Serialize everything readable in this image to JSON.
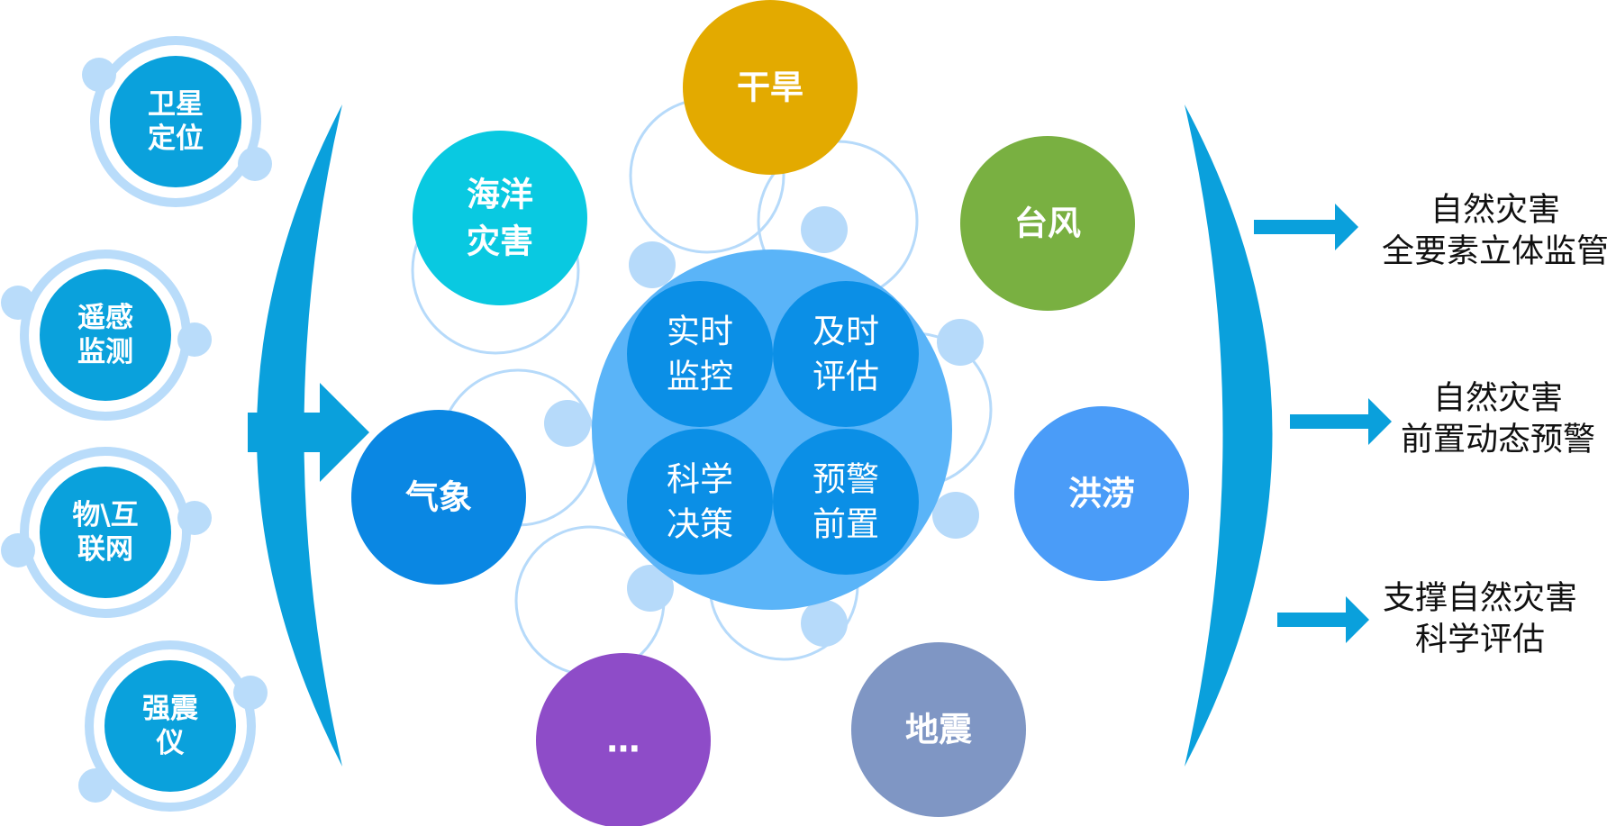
{
  "colors": {
    "source_fill": "#0aa1dc",
    "ring_light": "#b9dcfa",
    "bracket": "#0aa0dc",
    "hub_outer": "#5ab4f8",
    "hub_inner": "#0b8fe6",
    "connector": "#b6dafa",
    "drought": "#e3aa00",
    "typhoon": "#79b041",
    "flood": "#4a9cf8",
    "earthquake": "#7f96c4",
    "more": "#8e4cc8",
    "meteorology": "#0a87e3",
    "ocean": "#09c9e1",
    "output_text": "#111111"
  },
  "sources": [
    {
      "id": "satellite",
      "lines": [
        "卫星",
        "定位"
      ]
    },
    {
      "id": "remote",
      "lines": [
        "遥感",
        "监测"
      ]
    },
    {
      "id": "iot",
      "lines": [
        "物\\互",
        "联网"
      ]
    },
    {
      "id": "seismometer",
      "lines": [
        "强震",
        "仪"
      ]
    }
  ],
  "hub": [
    {
      "id": "realtime",
      "lines": [
        "实时",
        "监控"
      ]
    },
    {
      "id": "timely",
      "lines": [
        "及时",
        "评估"
      ]
    },
    {
      "id": "science",
      "lines": [
        "科学",
        "决策"
      ]
    },
    {
      "id": "warning",
      "lines": [
        "预警",
        "前置"
      ]
    }
  ],
  "disasters": [
    {
      "id": "drought",
      "lines": [
        "干旱"
      ]
    },
    {
      "id": "typhoon",
      "lines": [
        "台风"
      ]
    },
    {
      "id": "ocean",
      "lines": [
        "海洋",
        "灾害"
      ]
    },
    {
      "id": "meteorology",
      "lines": [
        "气象"
      ]
    },
    {
      "id": "flood",
      "lines": [
        "洪涝"
      ]
    },
    {
      "id": "more",
      "lines": [
        "…"
      ]
    },
    {
      "id": "earthquake",
      "lines": [
        "地震"
      ]
    }
  ],
  "outputs": [
    {
      "id": "monitor",
      "lines": [
        "自然灾害",
        "全要素立体监管"
      ]
    },
    {
      "id": "warn",
      "lines": [
        "自然灾害",
        "前置动态预警"
      ]
    },
    {
      "id": "assess",
      "lines": [
        "支撑自然灾害",
        "科学评估"
      ]
    }
  ]
}
